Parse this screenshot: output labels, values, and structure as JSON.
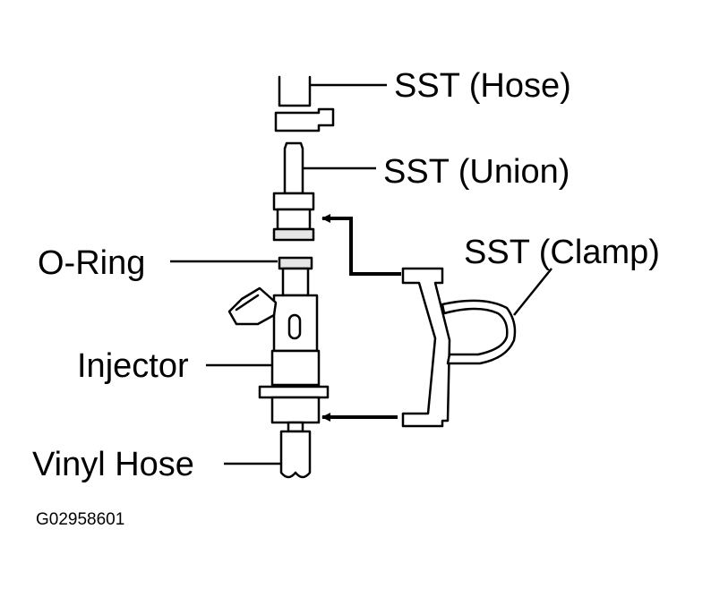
{
  "labels": {
    "sst_hose": "SST (Hose)",
    "sst_union": "SST (Union)",
    "sst_clamp": "SST (Clamp)",
    "o_ring": "O-Ring",
    "injector": "Injector",
    "vinyl_hose": "Vinyl Hose"
  },
  "figure_code": "G02958601"
}
